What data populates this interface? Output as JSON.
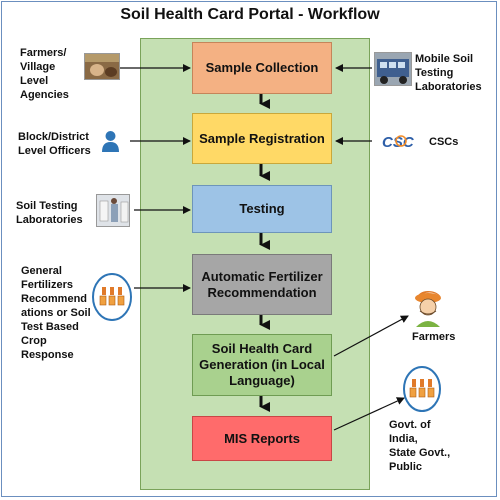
{
  "title": "Soil Health Card Portal - Workflow",
  "steps": [
    {
      "label": "Sample Collection",
      "color": "#f4b183",
      "border": "#c5855a"
    },
    {
      "label": "Sample Registration",
      "color": "#ffd966",
      "border": "#c9a83b"
    },
    {
      "label": "Testing",
      "color": "#9dc3e6",
      "border": "#6d95ba"
    },
    {
      "label": "Automatic Fertilizer Recommendation",
      "color": "#a6a6a6",
      "border": "#7a7a7a"
    },
    {
      "label": "Soil Health Card Generation (in Local Language)",
      "color": "#a9d18e",
      "border": "#6f9c53"
    },
    {
      "label": "MIS Reports",
      "color": "#ff6b6b",
      "border": "#c94646"
    }
  ],
  "inputs": {
    "farmers_agencies": "Farmers/\nVillage\nLevel\nAgencies",
    "mobile_labs": "Mobile Soil\nTesting\nLaboratories",
    "officers": "Block/District\nLevel Officers",
    "cscs": "CSCs",
    "csc_logo_text": "CSC",
    "soil_labs": "Soil Testing\nLaboratories",
    "recommendations": "General\nFertilizers\nRecommend\nations or Soil\nTest Based\nCrop\nResponse"
  },
  "outputs": {
    "farmers": "Farmers",
    "government": "Govt. of\nIndia,\nState Govt.,\nPublic"
  },
  "icons": [
    "farm-photo-icon",
    "truck-icon",
    "person-icon",
    "csc-logo-icon",
    "lab-photo-icon",
    "government-building-icon",
    "farmer-icon"
  ]
}
